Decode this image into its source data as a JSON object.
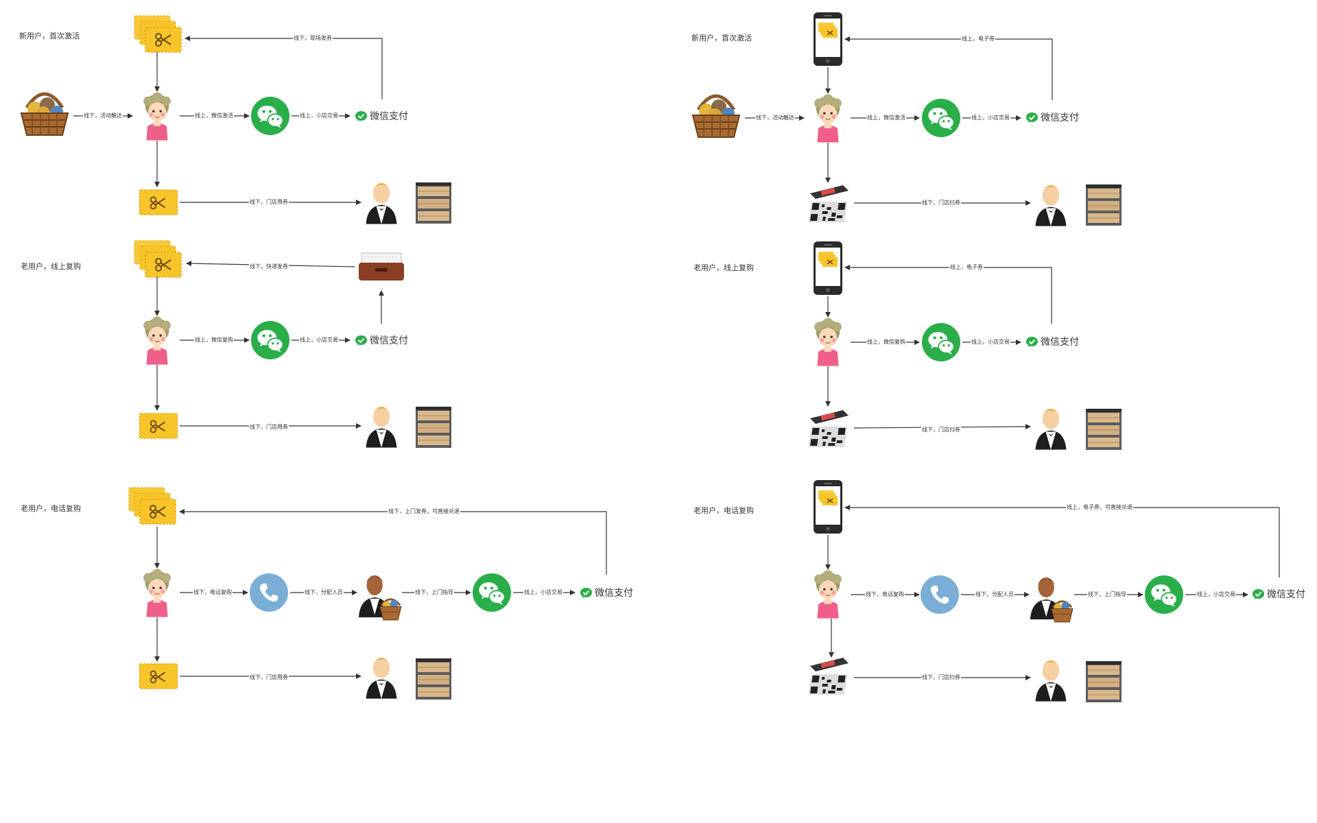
{
  "colors": {
    "wechat_green": "#2aae4a",
    "phone_blue": "#7aaed6",
    "coupon_yellow": "#f7c52a",
    "line": "#333333"
  },
  "icons": {
    "basket": "gift-basket-icon",
    "user": "elderly-customer-icon",
    "wechat": "wechat-icon",
    "coupon": "coupon-icon",
    "coupon_stack": "coupon-stack-icon",
    "clerk": "store-clerk-icon",
    "shelf": "warehouse-shelf-icon",
    "tray": "delivery-tray-icon",
    "phone_call": "phone-call-icon",
    "smartphone": "smartphone-coupon-icon",
    "qr": "qr-scan-phone-icon",
    "courier": "courier-with-basket-icon"
  },
  "diagram": {
    "pay_label": "微信支付",
    "left": {
      "s1": {
        "title": "新用户，首次激活",
        "e_activity": "线下，活动触达",
        "e_wechat_activate": "线上，微信激活",
        "e_shop_trade": "线上，小店交易",
        "e_onsite_coupon": "线下，现场发券",
        "e_store_use": "线下，门店用券"
      },
      "s2": {
        "title": "老用户，线上复购",
        "e_express_coupon": "线下，快递发券",
        "e_wechat_rebuy": "线上，微信复购",
        "e_shop_trade": "线上，小店交易",
        "e_store_use": "线下，门店用券"
      },
      "s3": {
        "title": "老用户，电话复购",
        "e_visit_coupon": "线下，上门发券，可直接兑退",
        "e_phone_rebuy": "线下，电话复购",
        "e_assign": "线下，分配人员",
        "e_visit_guide": "线下，上门指导",
        "e_shop_trade": "线上，小店交易",
        "e_store_use": "线下，门店用券"
      }
    },
    "right": {
      "s1": {
        "title": "新用户，首次激活",
        "e_activity": "线下，活动触达",
        "e_wechat_activate": "线上，微信激活",
        "e_shop_trade": "线上，小店交易",
        "e_ecoupon": "线上，电子券",
        "e_store_scan": "线下，门店扫券"
      },
      "s2": {
        "title": "老用户，线上复购",
        "e_ecoupon": "线上，电子券",
        "e_wechat_rebuy": "线上，微信复购",
        "e_shop_trade": "线上，小店交易",
        "e_store_scan": "线下，门店扫券"
      },
      "s3": {
        "title": "老用户，电话复购",
        "e_ecoupon_direct": "线上，电子券，可直接兑退",
        "e_phone_rebuy": "线下，电话复购",
        "e_assign": "线下，分配人员",
        "e_visit_guide": "线下，上门指导",
        "e_shop_trade": "线上，小店交易",
        "e_store_scan": "线下，门店扫券"
      }
    }
  }
}
